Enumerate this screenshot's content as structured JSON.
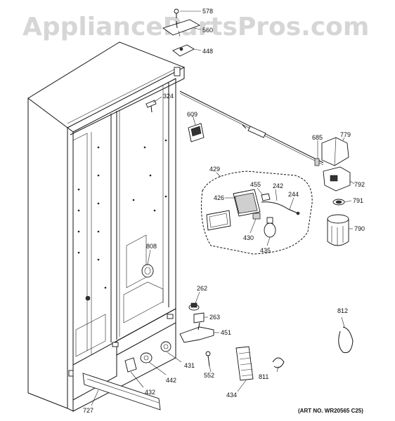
{
  "watermark": "AppliancePartsPros.com",
  "art_number": "(ART NO. WR20565 C25)",
  "callouts": {
    "c578": "578",
    "c560": "560",
    "c448": "448",
    "c324": "324",
    "c609": "609",
    "c685": "685",
    "c779": "779",
    "c792": "792",
    "c791": "791",
    "c790": "790",
    "c429": "429",
    "c426": "426",
    "c455": "455",
    "c242": "242",
    "c244": "244",
    "c430": "430",
    "c435": "435",
    "c808": "808",
    "c262": "262",
    "c263": "263",
    "c451": "451",
    "c431": "431",
    "c552": "552",
    "c442": "442",
    "c432": "432",
    "c434": "434",
    "c811": "811",
    "c812": "812",
    "c727": "727"
  }
}
